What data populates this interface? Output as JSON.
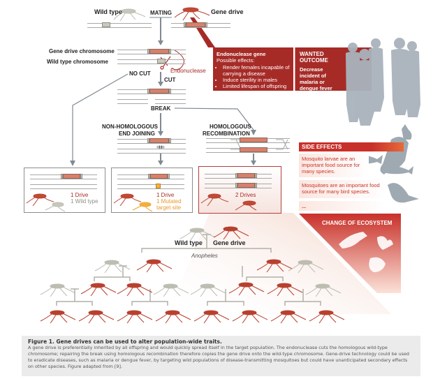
{
  "labels": {
    "wild_type": "Wild type",
    "mating": "MATING",
    "gene_drive": "Gene drive",
    "gene_drive_chromosome": "Gene drive chromosome",
    "wild_type_chromosome": "Wild type chromosome",
    "endonuclease": "Endonuclease",
    "no_cut": "NO CUT",
    "cut": "CUT",
    "break": "BREAK",
    "nhej_line1": "NON-HOMOLOGOUS",
    "nhej_line2": "END JOINING",
    "hr_line1": "HOMOLOGOUS",
    "hr_line2": "RECOMBINATION"
  },
  "endonuclease_box": {
    "title": "Endonuclease gene",
    "subtitle": "Possible effects:",
    "effects": [
      "Render females incapable of carrying a disease",
      "Induce sterility in males",
      "Limited lifespan of offspring"
    ]
  },
  "wanted_outcome": {
    "title_line1": "WANTED",
    "title_line2": "OUTCOME",
    "text": "Decrease incident of malaria or dengue fever"
  },
  "outcomes": [
    {
      "line1": "1 Drive",
      "line2": "1 Wild type",
      "highlighted": false
    },
    {
      "line1": "1 Drive",
      "line2": "1 Mutated target site",
      "highlighted": false
    },
    {
      "line1": "2 Drives",
      "line2": "",
      "highlighted": true
    }
  ],
  "side_effects": {
    "title": "SIDE EFFECTS",
    "items": [
      "Mosquito larvae are an important food source for many species.",
      "Mosquitoes are an important food source for many bird species.",
      "..."
    ]
  },
  "ecosystem": {
    "title": "CHANGE OF ECOSYSTEM"
  },
  "pedigree": {
    "parent_wild": "Wild type",
    "parent_drive": "Gene drive",
    "species": "Anopheles"
  },
  "caption": {
    "title": "Figure 1.   Gene drives can be used to alter population-wide traits.",
    "body": "A gene drive is preferentially inherited by all offspring and would quickly spread itself in the target population. The endonuclease cuts the homologous wild-type chromosome; repairing the break using homologous recombination therefore copies the gene drive onto the wild-type chromosome. Gene-drive technology could be used to eradicate diseases, such as malaria or dengue fever, by targeting wild populations of disease-transmitting mosquitoes but could have unanticipated secondary effects on other species. Figure adapted from [9]."
  },
  "colors": {
    "drive_red": "#b8402e",
    "wild_gray": "#bdbdb2",
    "box_red": "#a62b27",
    "mutant_orange": "#f0a530",
    "human_gray": "#a9b3bc"
  }
}
